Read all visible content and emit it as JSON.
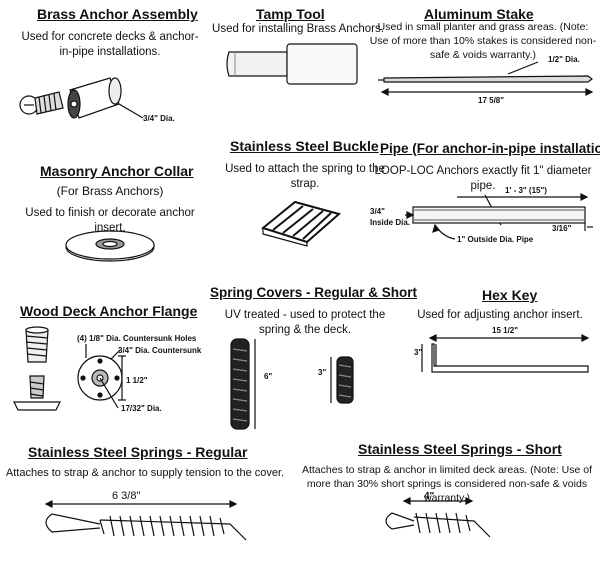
{
  "brass_anchor": {
    "title": "Brass Anchor Assembly",
    "desc": "Used for concrete decks & anchor-in-pipe installations.",
    "dim": "3/4\" Dia."
  },
  "tamp_tool": {
    "title": "Tamp Tool",
    "desc": "Used for installing Brass Anchors."
  },
  "aluminum_stake": {
    "title": "Aluminum Stake",
    "desc": "Used in small planter and grass areas. (Note: Use of more than 10% stakes is considered non-safe & voids warranty.)",
    "dia": "1/2\" Dia.",
    "length": "17 5/8\""
  },
  "masonry_collar": {
    "title": "Masonry Anchor Collar",
    "subtitle": "(For Brass Anchors)",
    "desc": "Used to finish or decorate anchor insert."
  },
  "buckle": {
    "title": "Stainless Steel Buckle",
    "desc": "Used to attach the spring to the strap."
  },
  "pipe": {
    "title": "Pipe (For anchor-in-pipe installations)",
    "desc": "LOOP-LOC Anchors exactly fit 1\" diameter pipe.",
    "length": "1' - 3\" (15\")",
    "inside": "3/4\" Inside Dia.",
    "outside": "1\" Outside Dia. Pipe",
    "wall": "3/16\""
  },
  "wood_flange": {
    "title": "Wood Deck Anchor Flange",
    "holes": "(4) 1/8\" Dia. Countersunk Holes",
    "countersunk": "3/4\" Dia. Countersunk",
    "size": "1 1/2\"",
    "dia": "17/32\" Dia."
  },
  "spring_covers": {
    "title": "Spring Covers - Regular & Short",
    "desc": "UV treated - used to protect the spring & the deck.",
    "regular_len": "6\"",
    "short_len": "3\""
  },
  "hex_key": {
    "title": "Hex Key",
    "desc": "Used for adjusting anchor insert.",
    "length": "15 1/2\"",
    "height": "3\""
  },
  "springs_regular": {
    "title": "Stainless Steel Springs - Regular",
    "desc": "Attaches to strap & anchor to supply tension to the cover.",
    "length": "6  3/8\""
  },
  "springs_short": {
    "title": "Stainless Steel Springs - Short",
    "desc": "Attaches to strap & anchor in limited deck areas. (Note: Use of more than 30% short springs is considered non-safe & voids warranty.)",
    "length": "4\""
  }
}
